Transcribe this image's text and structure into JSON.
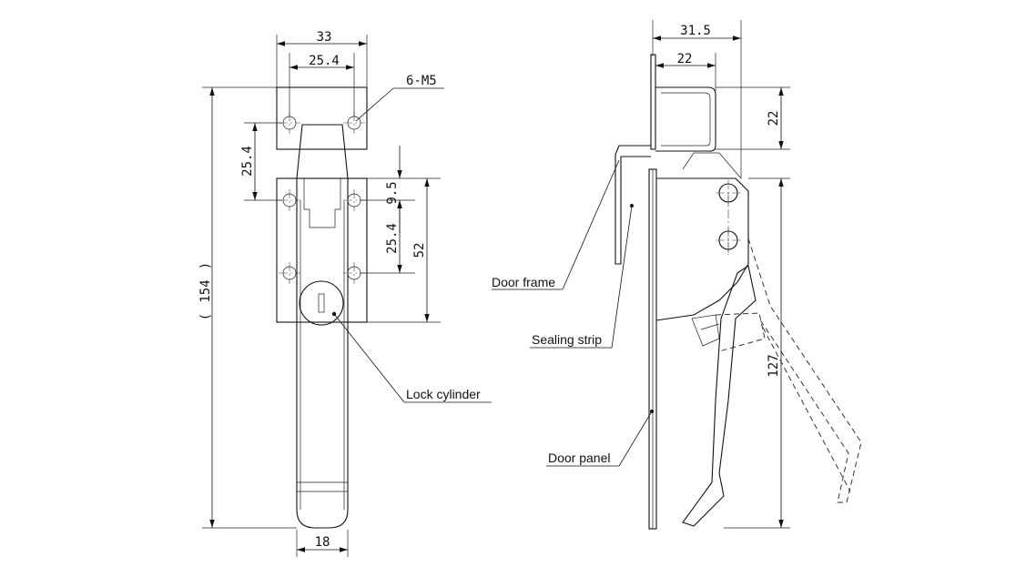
{
  "front_view": {
    "dims": {
      "top_outer": "33",
      "top_inner": "25.4",
      "screw_note": "6-M5",
      "left_hole_pitch": "25.4",
      "total_height": "154",
      "total_height_paren_open": "(",
      "total_height_paren_close": ")",
      "hole_offset": "9.5",
      "lower_hole_pitch": "25.4",
      "base_height": "52",
      "bottom_width": "18"
    },
    "labels": {
      "lock_cylinder": "Lock cylinder"
    }
  },
  "side_view": {
    "dims": {
      "top_outer": "31.5",
      "top_inner": "22",
      "bracket_height": "22",
      "handle_height": "127"
    },
    "labels": {
      "door_frame": "Door frame",
      "sealing_strip": "Sealing strip",
      "door_panel": "Door panel"
    }
  }
}
